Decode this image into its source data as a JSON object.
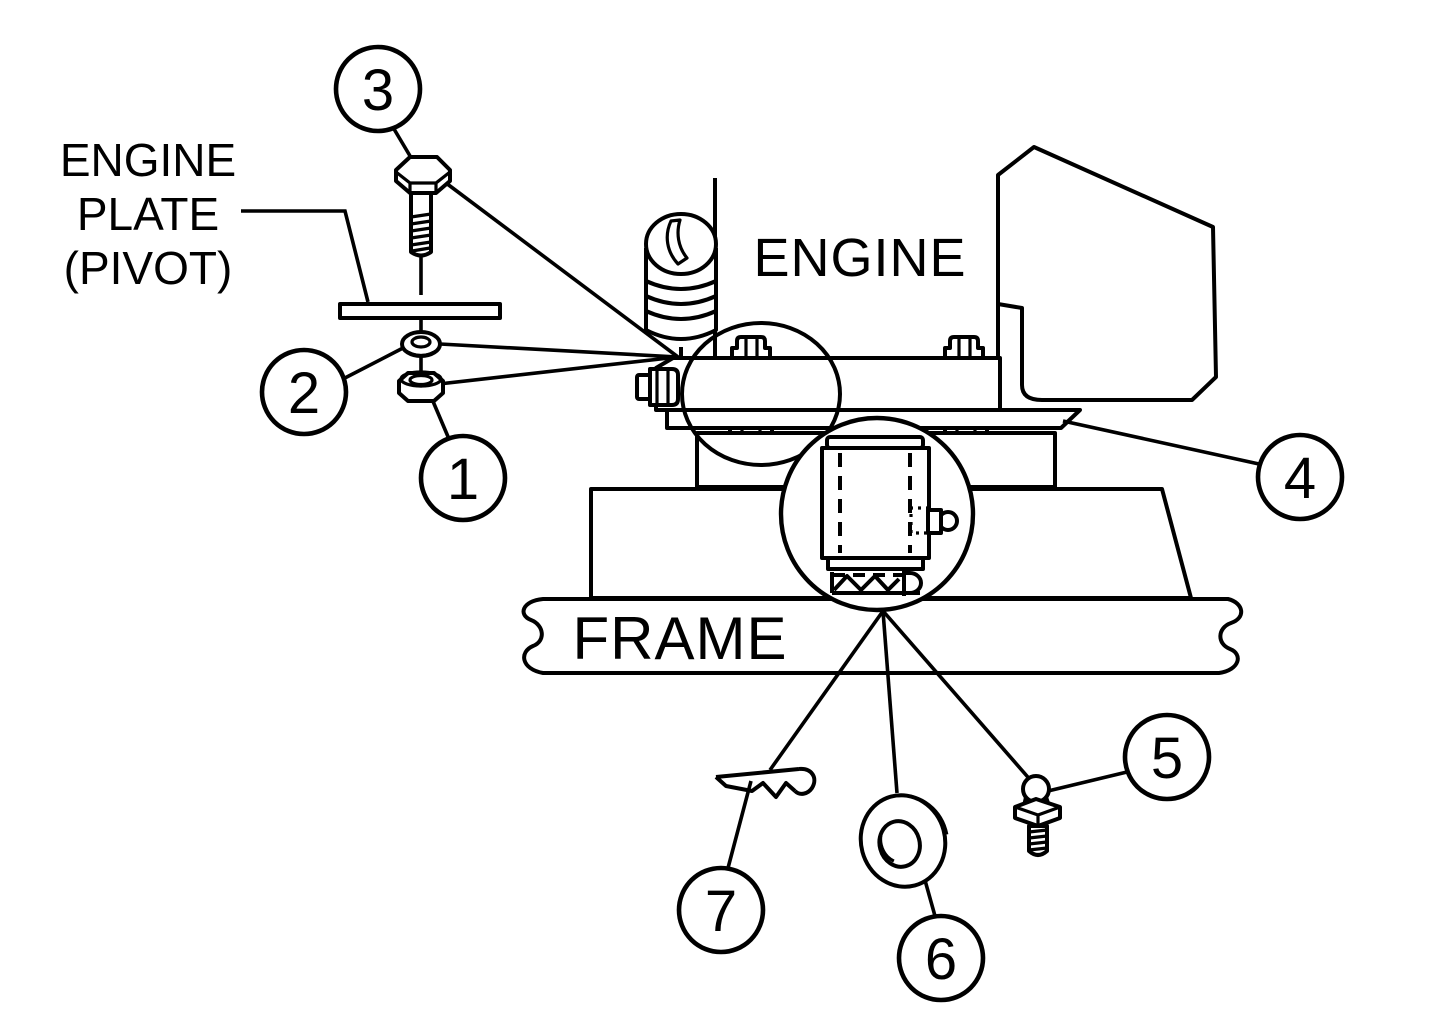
{
  "colors": {
    "line": "#000000",
    "background": "#ffffff"
  },
  "labels": {
    "engine_plate": {
      "line1": "ENGINE",
      "line2": "PLATE",
      "line3": "(PIVOT)"
    },
    "engine": "ENGINE",
    "frame": "FRAME"
  },
  "callouts": {
    "c1": "1",
    "c2": "2",
    "c3": "3",
    "c4": "4",
    "c5": "5",
    "c6": "6",
    "c7": "7"
  }
}
